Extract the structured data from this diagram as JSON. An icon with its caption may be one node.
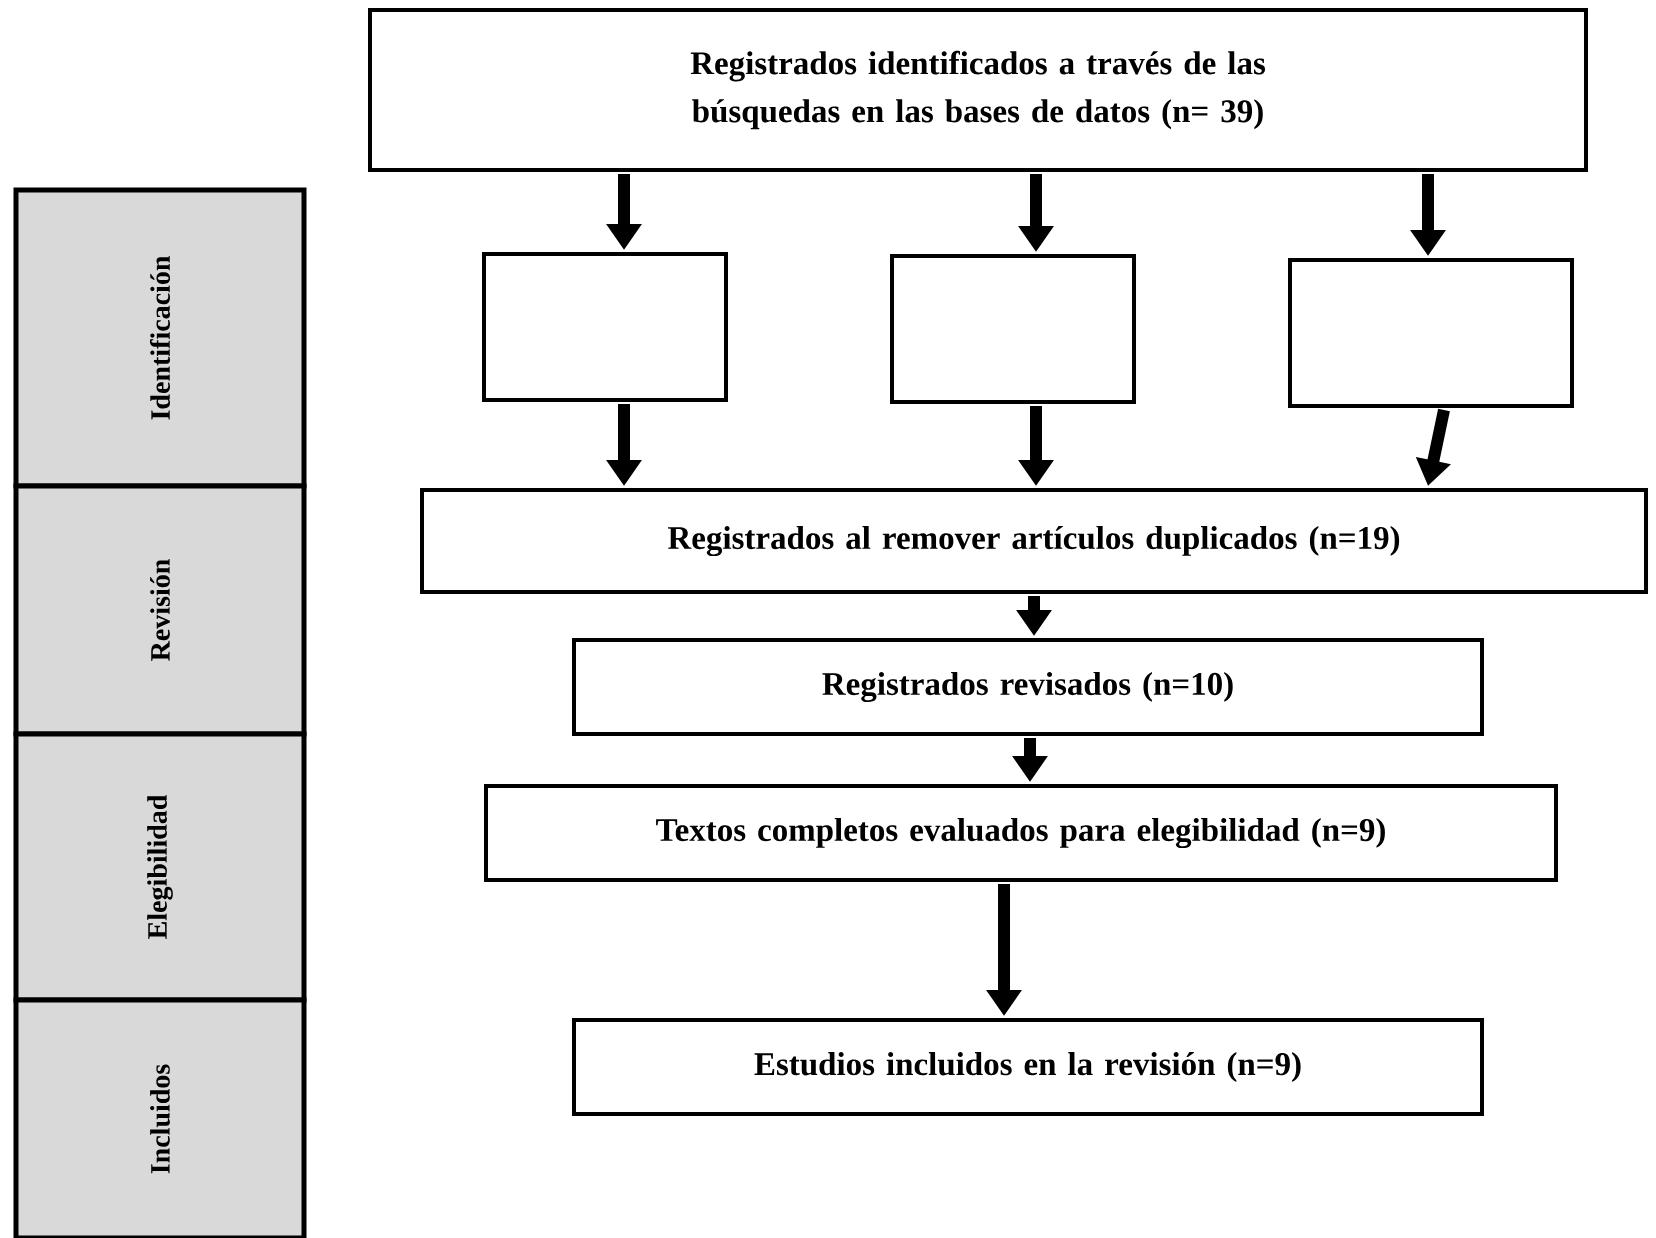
{
  "diagram": {
    "nodes": [
      {
        "text": [
          "Identificación"
        ]
      },
      {
        "text": [
          "Revisión"
        ]
      },
      {
        "text": [
          "Elegibilidad"
        ]
      },
      {
        "text": [
          "Incluidos"
        ]
      },
      {
        "text": [
          "Registrados identificados a través de las búsquedas en las bases de datos (n= 39)"
        ]
      },
      {
        "text": [],
        "shape": "box"
      },
      {
        "text": [],
        "shape": "box"
      },
      {
        "text": [],
        "shape": "box"
      },
      {
        "text": [
          "Registrados al remover artículos duplicados (n=19)"
        ]
      },
      {
        "text": [
          "Registrados revisados (n=10)"
        ]
      },
      {
        "text": [
          "Textos completos evaluados para elegibilidad (n=9)"
        ]
      },
      {
        "text": [
          "Estudios incluidos en la revisión (n=9)"
        ]
      }
    ],
    "edges": [
      {
        "from": 4,
        "to": 5,
        "arrow": "to"
      },
      {
        "from": 4,
        "to": 6,
        "arrow": "to"
      },
      {
        "from": 4,
        "to": 7,
        "arrow": "to"
      },
      {
        "from": 5,
        "to": 8,
        "arrow": "to"
      },
      {
        "from": 6,
        "to": 8,
        "arrow": "to"
      },
      {
        "from": 7,
        "to": 8,
        "arrow": "to"
      },
      {
        "from": 8,
        "to": 9,
        "arrow": "to"
      },
      {
        "from": 9,
        "to": 10,
        "arrow": "to"
      },
      {
        "from": 10,
        "to": 11,
        "arrow": "to"
      }
    ]
  }
}
